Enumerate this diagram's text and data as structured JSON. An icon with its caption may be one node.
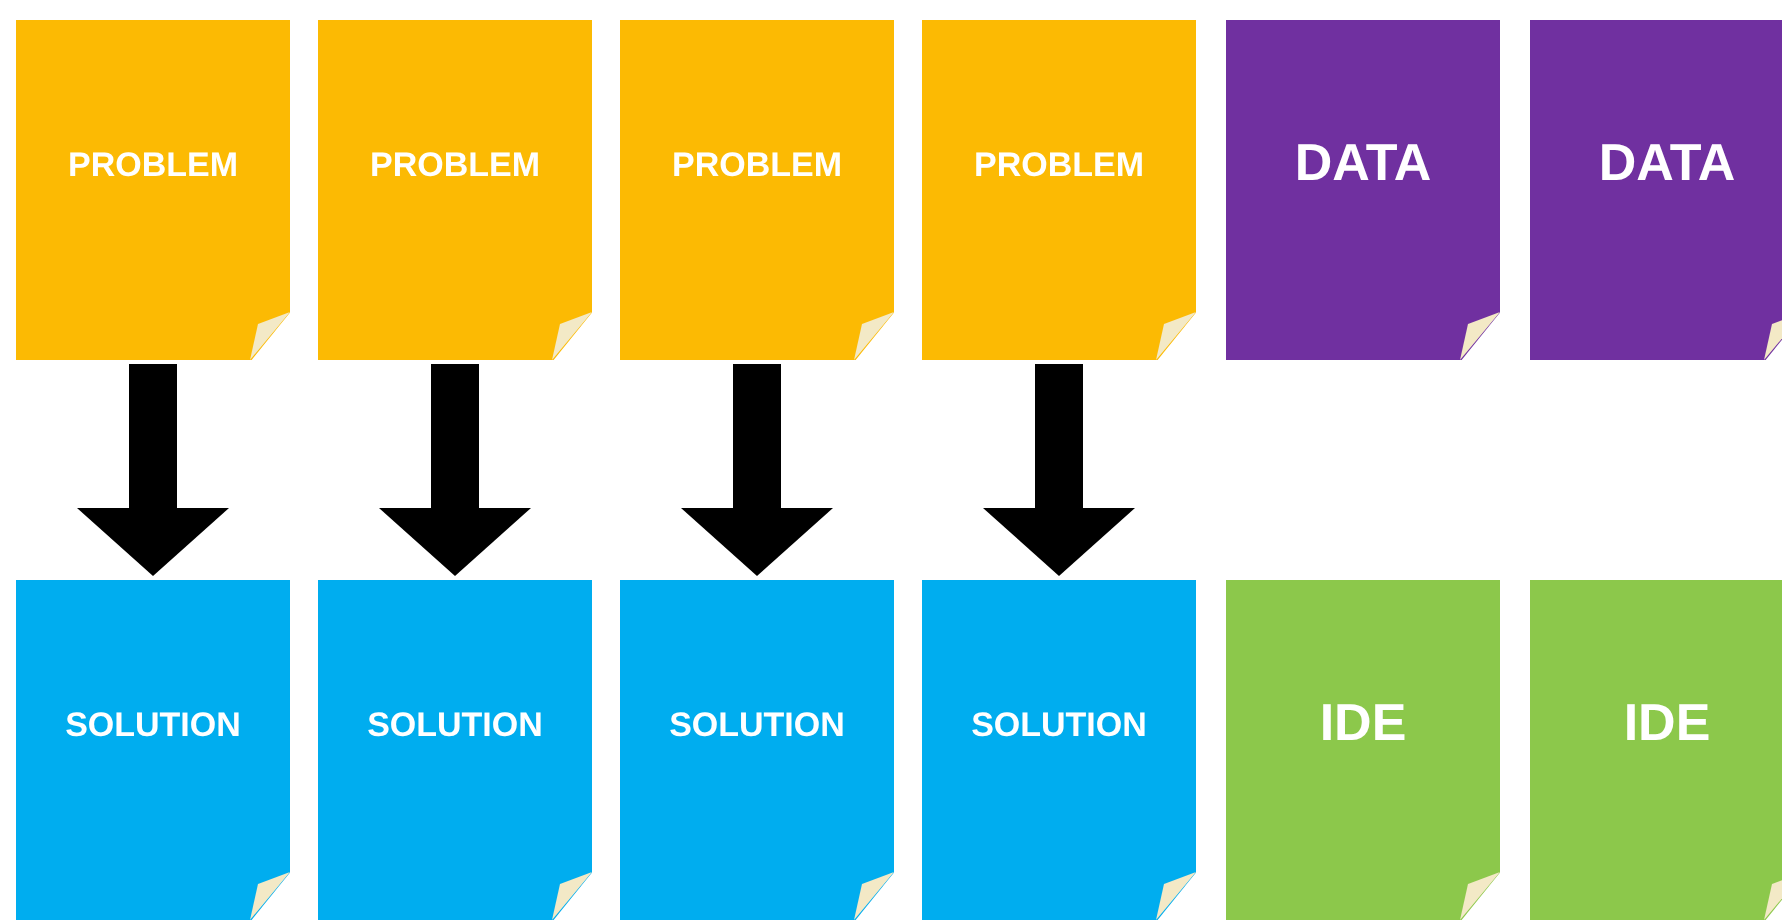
{
  "diagram": {
    "nodes": [
      {
        "text": [
          "PROBLEM"
        ]
      },
      {
        "text": [
          "PROBLEM"
        ]
      },
      {
        "text": [
          "PROBLEM"
        ]
      },
      {
        "text": [
          "PROBLEM"
        ]
      },
      {
        "text": [
          "DATA"
        ]
      },
      {
        "text": [
          "DATA"
        ]
      },
      {
        "text": [
          "SOLUTION"
        ]
      },
      {
        "text": [
          "SOLUTION"
        ]
      },
      {
        "text": [
          "SOLUTION"
        ]
      },
      {
        "text": [
          "SOLUTION"
        ]
      },
      {
        "text": [
          "IDE"
        ]
      },
      {
        "text": [
          "IDE"
        ]
      }
    ],
    "edges": [
      {
        "from": 0,
        "to": 6,
        "arrow": "to"
      },
      {
        "from": 1,
        "to": 7,
        "arrow": "to"
      },
      {
        "from": 2,
        "to": 8,
        "arrow": "to"
      },
      {
        "from": 3,
        "to": 9,
        "arrow": "to"
      }
    ]
  }
}
